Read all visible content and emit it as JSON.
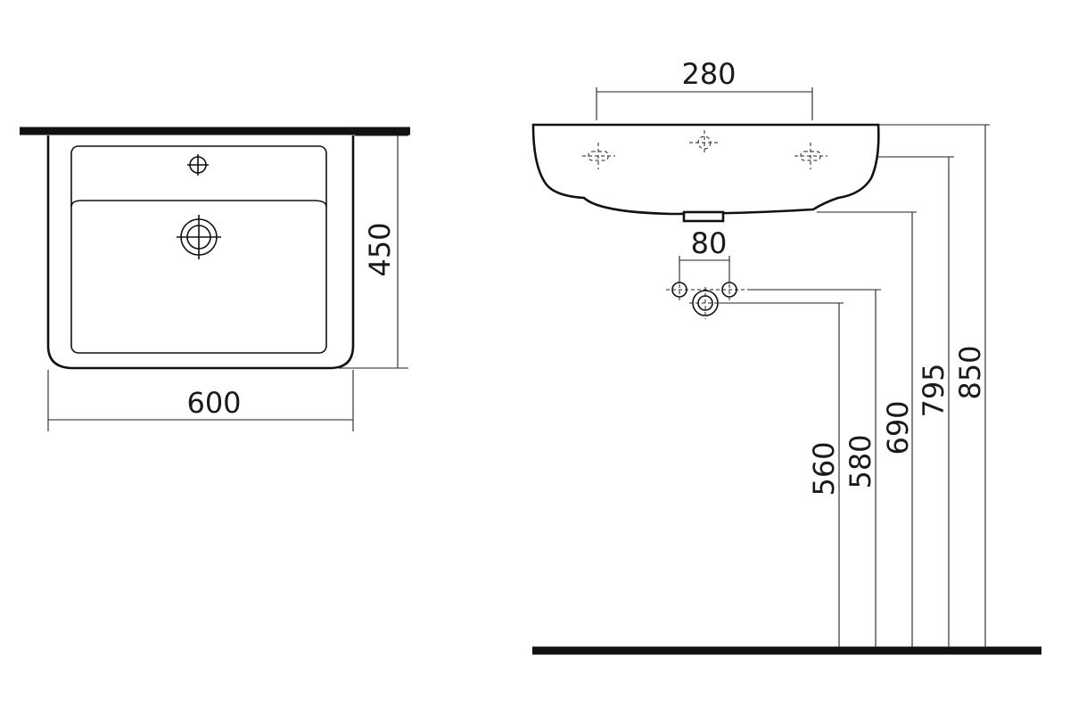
{
  "drawing": {
    "top_view": {
      "width_label": "600",
      "depth_label": "450"
    },
    "front_view": {
      "tap_hole_spacing_label": "280",
      "supply_spacing_label": "80",
      "height_labels": [
        "560",
        "580",
        "690",
        "795",
        "850"
      ]
    }
  }
}
